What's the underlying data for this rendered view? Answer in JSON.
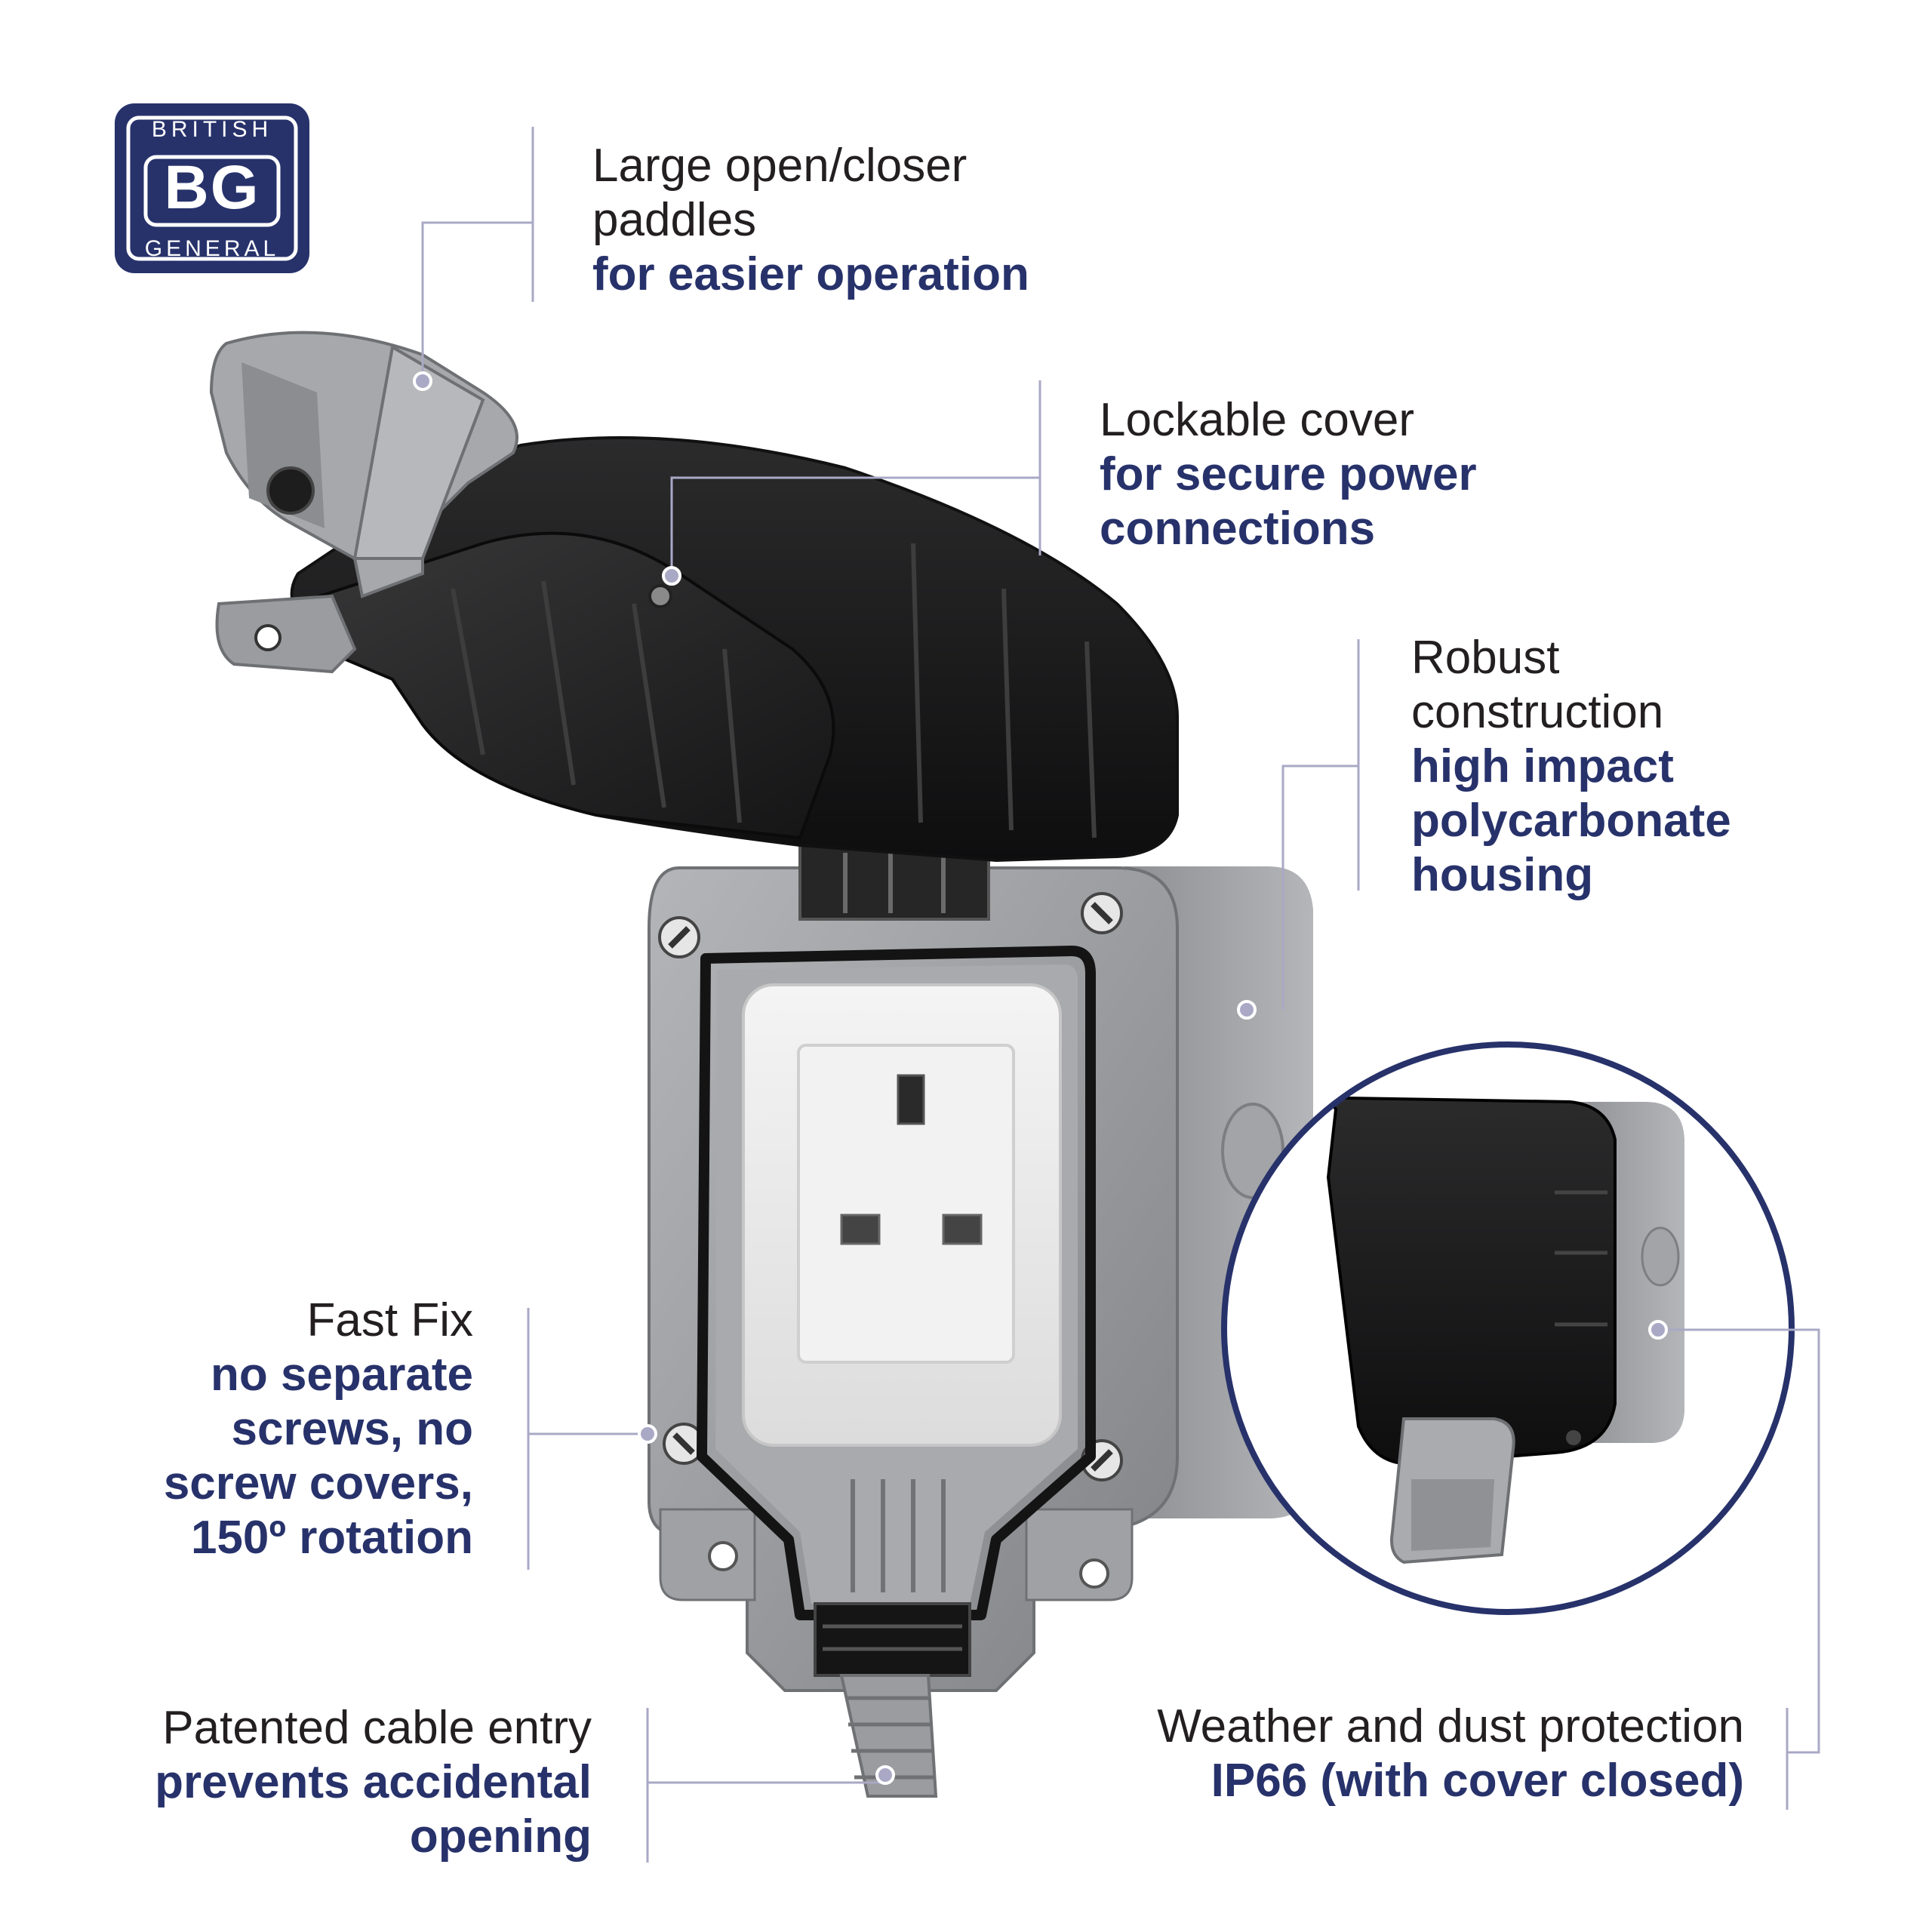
{
  "brand": {
    "color": "#27326b",
    "logo": {
      "top": "BRITISH",
      "mark": "BG",
      "bottom": "GENERAL"
    }
  },
  "callouts": {
    "paddles": {
      "line1": "Large open/closer",
      "line2": "paddles",
      "bold1": "for easier operation"
    },
    "lockable": {
      "line1": "Lockable cover",
      "bold1": "for secure power",
      "bold2": "connections"
    },
    "robust": {
      "line1": "Robust",
      "line2": "construction",
      "bold1": "high impact",
      "bold2": "polycarbonate",
      "bold3": "housing"
    },
    "fastfix": {
      "line1": "Fast Fix",
      "bold1": "no separate",
      "bold2": "screws, no",
      "bold3": "screw covers,",
      "bold4": "150º rotation"
    },
    "cable": {
      "line1": "Patented cable entry",
      "bold1": "prevents accidental",
      "bold2": "opening"
    },
    "weather": {
      "line1": "Weather and dust protection",
      "bold1": "IP66 (with cover closed)"
    }
  }
}
